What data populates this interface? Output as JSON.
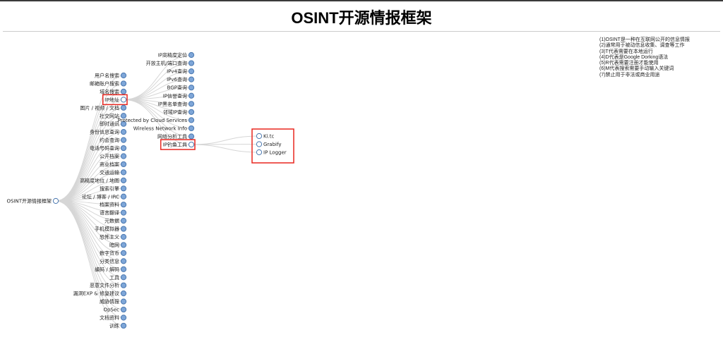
{
  "title": "OSINT开源情报框架",
  "notes": [
    "(1)OSINT是一种在互联网公开的信息情报",
    "(2)通常用于被动信息收集、调查等工作",
    "(3)T代表需要在本地运行",
    "(4)D代表是Google Dorking语法",
    "(5)R代表需要注册才能使用",
    "(6)M代表搜索需要手动输入关键词",
    "(7)禁止用于非法或商业用途"
  ],
  "tree": {
    "root": "OSINT开源情报框架",
    "level1": [
      "用户名搜索",
      "邮箱账户搜索",
      "域名搜索",
      "IP地址",
      "图片 / 视频 / 文档",
      "社交网站",
      "即时通讯",
      "身份信息查询",
      "约会查询",
      "电话号码查询",
      "公开档案",
      "商业档案",
      "交通运输",
      "高精度地位 / 地图",
      "搜索引擎",
      "论坛 / 博客 / IRC",
      "档案资料",
      "语言翻译",
      "元数据",
      "手机模拟器",
      "恐怖主义",
      "暗网",
      "数字货币",
      "分类信息",
      "编码 / 解码",
      "工具",
      "恶意文件分析",
      "漏洞EXP & 修复建议",
      "威胁情报",
      "OpSec",
      "文档资料",
      "训练"
    ],
    "expanded_level1_index": 3,
    "level2": [
      "IP高精度定位",
      "开放主机/端口查询",
      "IPv4查询",
      "IPv6查询",
      "BGP查询",
      "IP信誉查询",
      "IP黑名单查询",
      "邻域IP查询",
      "Protected by Cloud Services",
      "Wireless Network Info",
      "网络分析工具",
      "IP钓鱼工具"
    ],
    "expanded_level2_index": 11,
    "level3": [
      "Ki.tc",
      "Grabify",
      "IP Logger"
    ]
  },
  "colors": {
    "collapsed_node": "#7ea6d8",
    "expanded_node": "#ffffff",
    "node_stroke": "#4a78b0",
    "highlight": "#e8261f",
    "link": "#d6d6d6"
  }
}
